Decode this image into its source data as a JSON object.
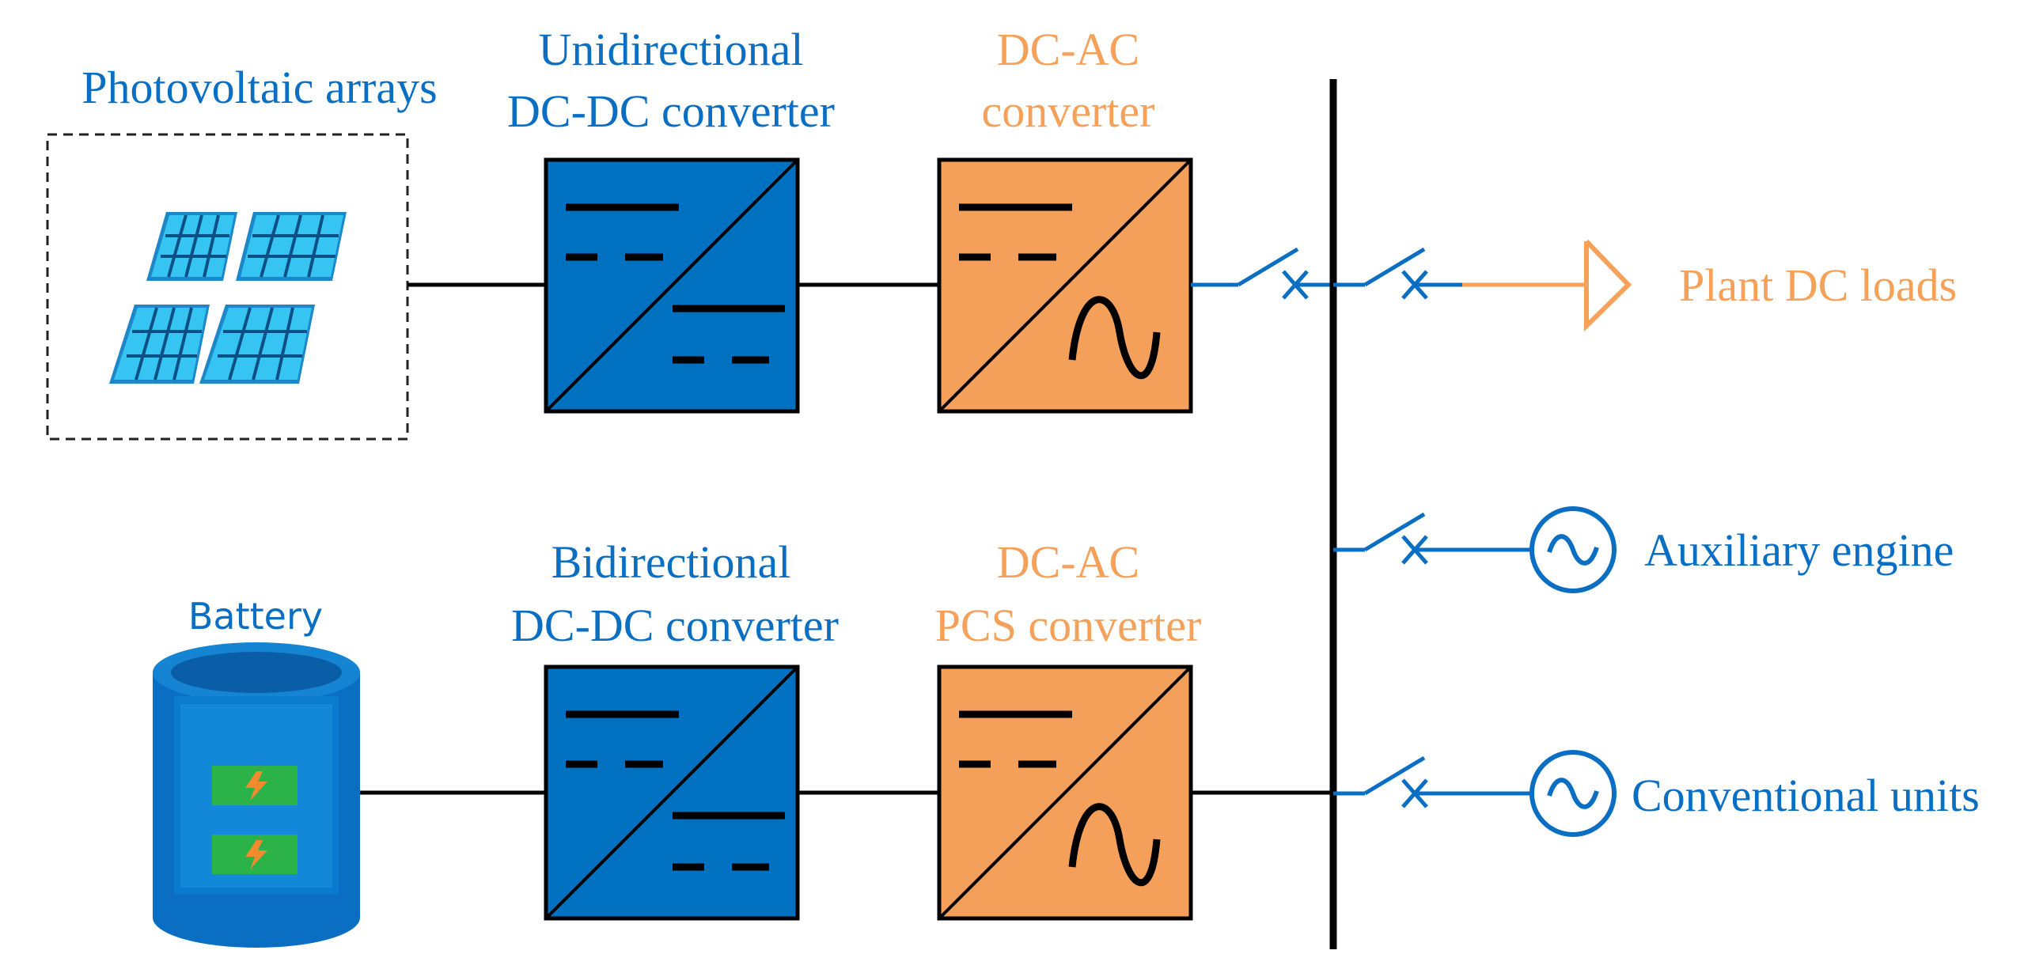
{
  "colors": {
    "blue": "#0a6fc2",
    "orange": "#f5a15a",
    "dark_blue_box": "#0070c0",
    "line": "#000000"
  },
  "labels": {
    "pv": "Photovoltaic arrays",
    "uni_line1": "Unidirectional",
    "uni_line2": "DC-DC converter",
    "dcac_top_line1": "DC-AC",
    "dcac_top_line2": "converter",
    "battery": "Battery",
    "bi_line1": "Bidirectional",
    "bi_line2": "DC-DC converter",
    "dcac_bot_line1": "DC-AC",
    "dcac_bot_line2": "PCS converter",
    "plant_loads": "Plant DC loads",
    "aux_engine": "Auxiliary engine",
    "conventional": "Conventional units"
  },
  "icons": {
    "pv": "solar-panel-icon",
    "battery": "battery-icon",
    "generator": "ac-source-icon",
    "load": "load-arrow-icon",
    "breaker": "circuit-breaker-icon"
  }
}
